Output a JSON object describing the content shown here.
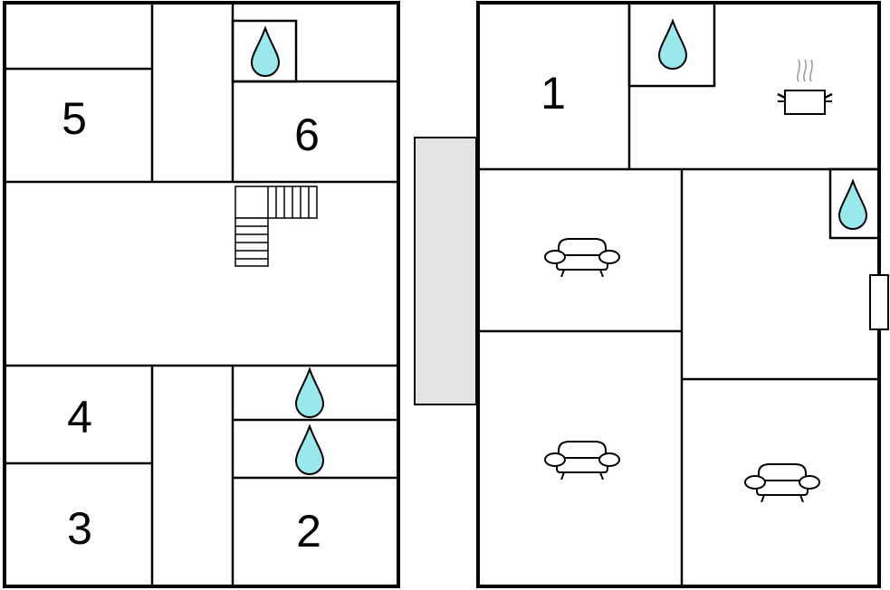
{
  "floorplan": {
    "colors": {
      "wall": "#000000",
      "background": "#ffffff",
      "water": "#99e8ec",
      "outbuilding": "#e3e3e3",
      "steam": "#999999"
    },
    "rooms": {
      "room_1": "1",
      "room_2": "2",
      "room_3": "3",
      "room_4": "4",
      "room_5": "5",
      "room_6": "6"
    },
    "icons": {
      "water": "water-drop-icon",
      "kitchen": "cooking-pot-icon",
      "sofa": "sofa-icon",
      "stairs": "staircase-icon"
    }
  }
}
